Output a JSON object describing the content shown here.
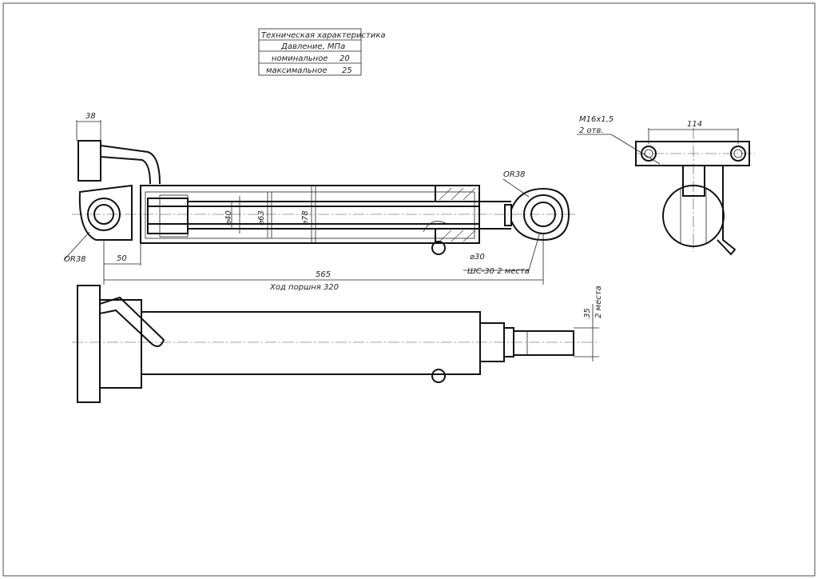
{
  "spec_table": {
    "title": "Техническая характеристика",
    "pressure_header": "Давление, МПа",
    "rows": [
      {
        "label": "номинальное",
        "value": "20"
      },
      {
        "label": "максимальное",
        "value": "25"
      }
    ]
  },
  "dimensions": {
    "mount_width": "38",
    "left_radius": "ОR38",
    "left_offset": "50",
    "overall_length": "565",
    "piston_stroke": "Ход поршня 320",
    "rod_diameter": "⌀40",
    "bore_diameter": "⌀63",
    "tube_diameter": "⌀78",
    "right_radius": "ОR38",
    "eye_diameter": "⌀30",
    "bearing": "ШС-30 2 места",
    "thread": "М16х1,5",
    "holes": "2 отв.",
    "hole_spacing": "114",
    "flat_size": "35",
    "flat_places": "2 места"
  }
}
